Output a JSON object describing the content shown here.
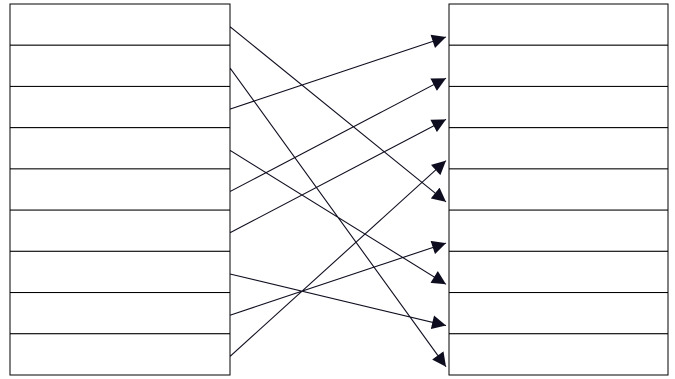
{
  "diagram": {
    "left_column": {
      "cell_count": 9
    },
    "right_column": {
      "cell_count": 9
    },
    "mappings": [
      {
        "from": 0,
        "to": 4
      },
      {
        "from": 1,
        "to": 8
      },
      {
        "from": 2,
        "to": 0
      },
      {
        "from": 3,
        "to": 6
      },
      {
        "from": 4,
        "to": 1
      },
      {
        "from": 5,
        "to": 2
      },
      {
        "from": 6,
        "to": 7
      },
      {
        "from": 7,
        "to": 5
      },
      {
        "from": 8,
        "to": 3
      }
    ],
    "colors": {
      "stroke": "#000000",
      "arrow": "#0d0d1f",
      "background": "#ffffff"
    }
  }
}
